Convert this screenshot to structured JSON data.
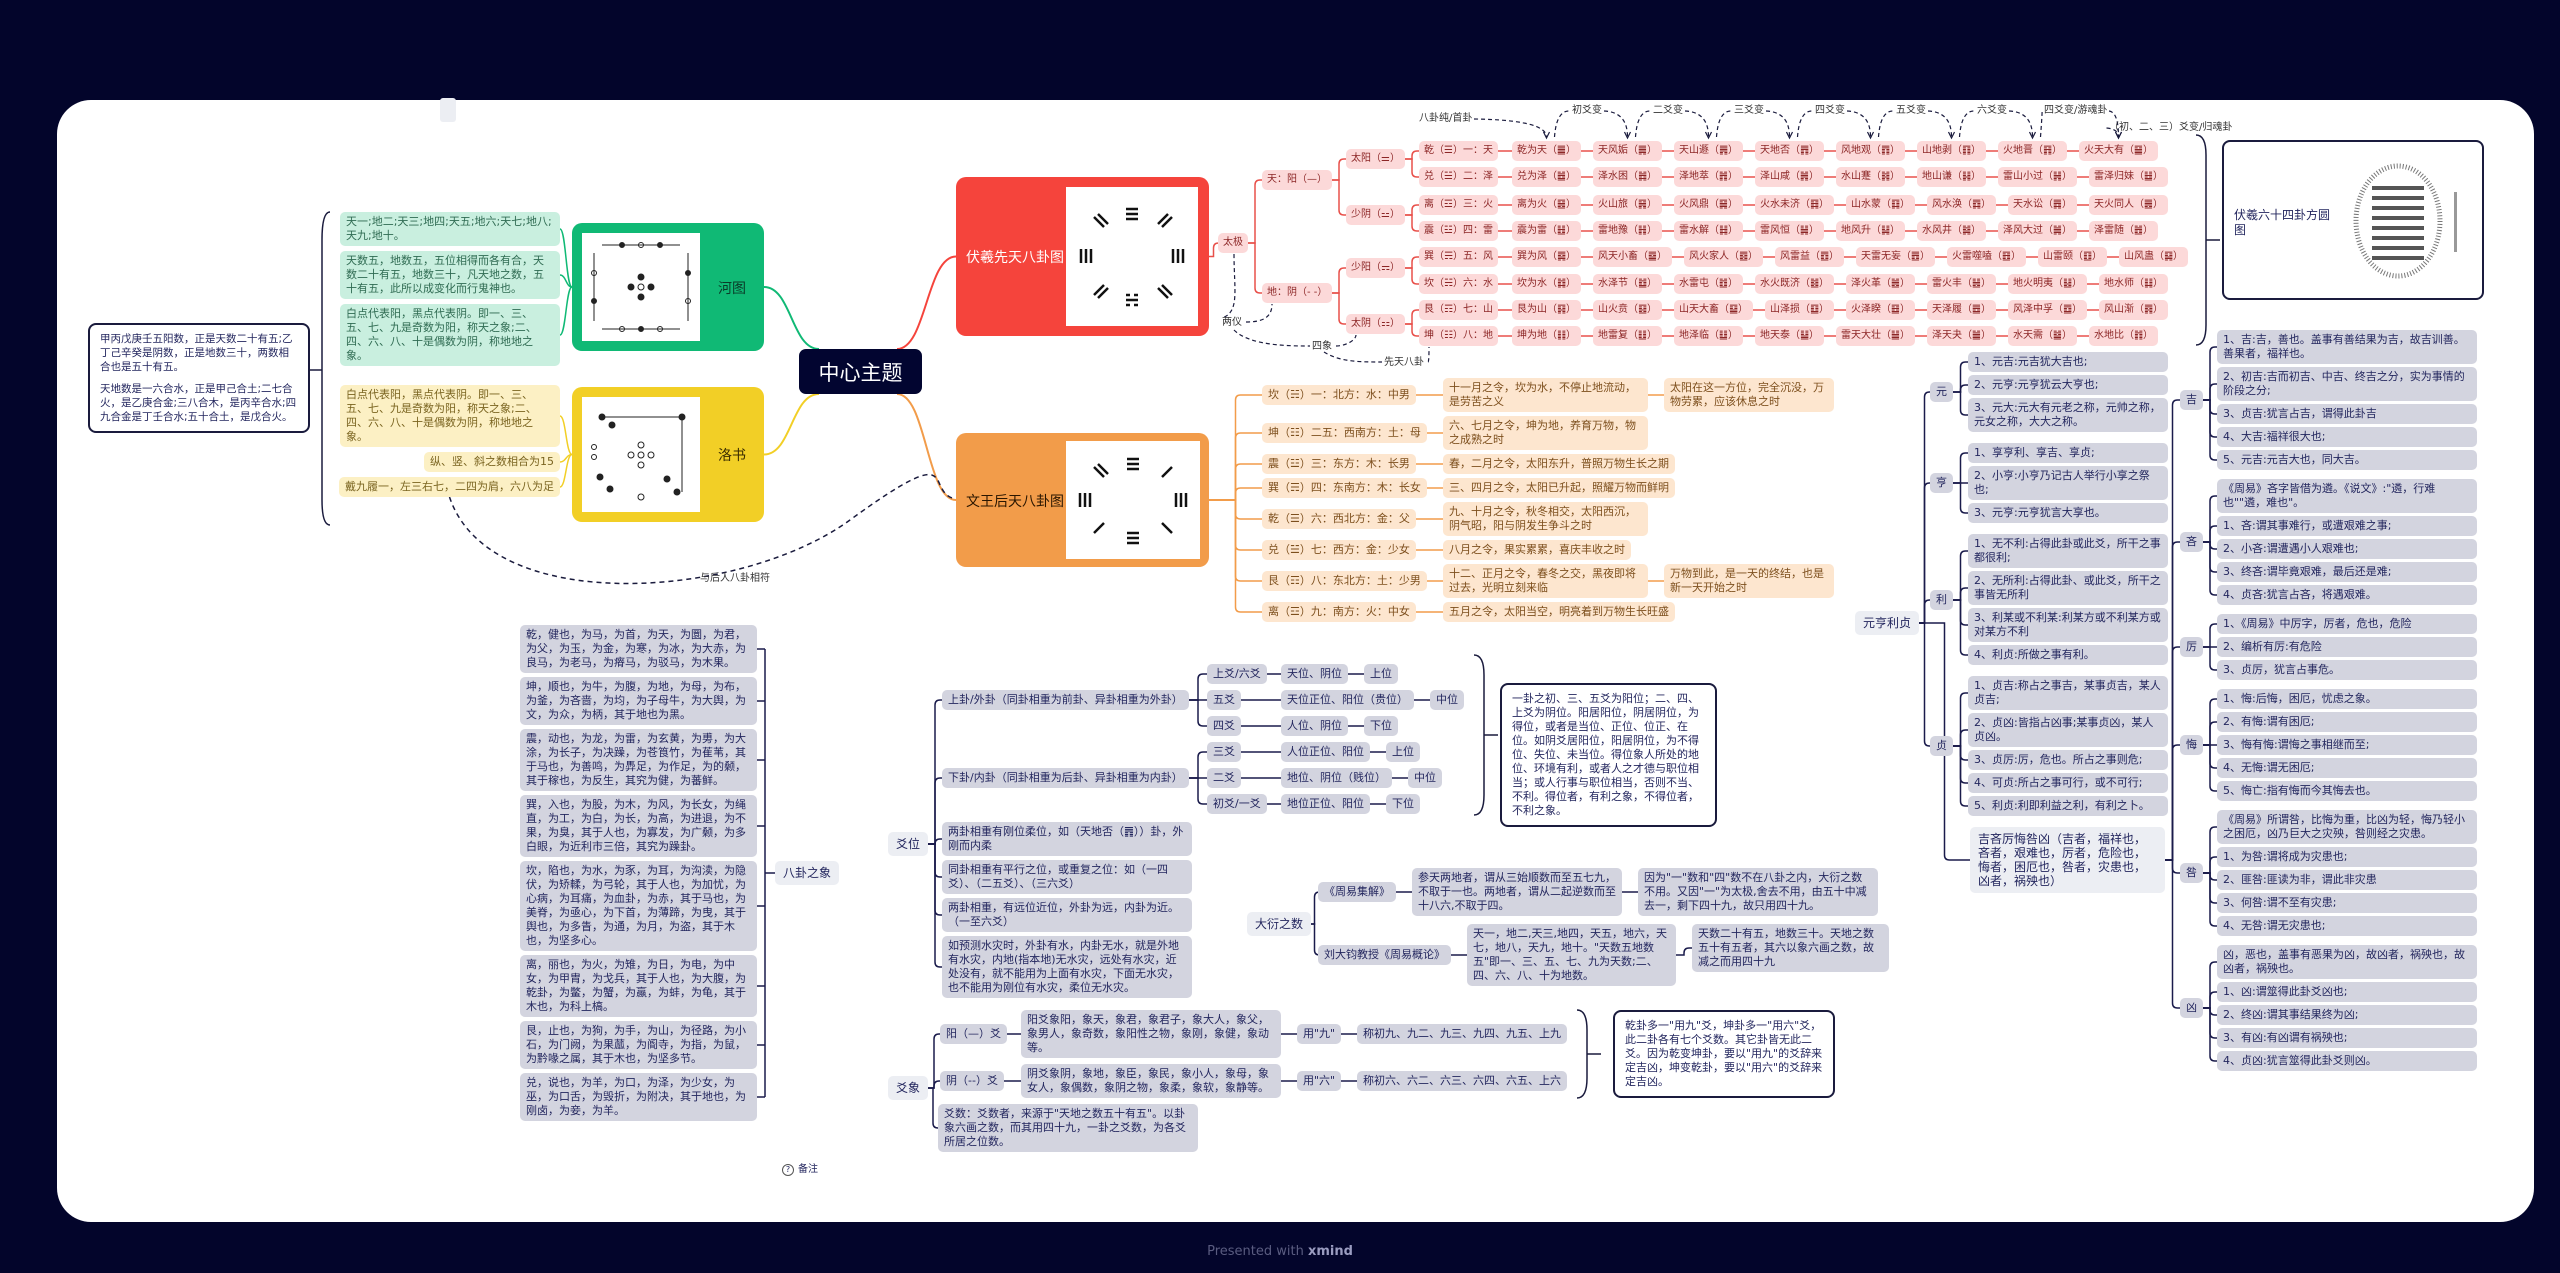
{
  "footer": {
    "prefix": "Presented with",
    "brand": "xmind"
  },
  "central": "中心主题",
  "left_note": [
    "甲丙戊庚壬五阳数，正是天数二十有五;乙丁己辛癸是阴数，正是地数三十，两数相合也是五十有五。",
    "天地数是一六合水，正是甲己合土;二七合火，是乙庚合金;三八合木，是丙辛合水;四九合金是丁壬合水;五十合土，是戊合火。"
  ],
  "hetu": {
    "label": "河图",
    "notes": [
      "天一;地二;天三;地四;天五;地六;天七;地八;天九;地十。",
      "天数五，地数五，五位相得而各有合，天数二十有五，地数三十，凡天地之数，五十有五，此所以成变化而行鬼神也。",
      "白点代表阳，黑点代表阴。即一、三、五、七、九是奇数为阳，称天之象;二、四、六、八、十是偶数为阴，称地地之象。"
    ]
  },
  "luoshu": {
    "label": "洛书",
    "notes": [
      "白点代表阳，黑点代表阴。即一、三、五、七、九是奇数为阳，称天之象;二、四、六、八、十是偶数为阴，称地地之象。",
      "纵、竖、斜之数相合为15",
      "戴九履一，左三右七，二四为肩，六八为足"
    ],
    "link_label": "与后人八卦相符"
  },
  "fuxi": {
    "label": "伏羲先天八卦图",
    "taiji": "太极",
    "yang": "天：阳（—）",
    "yin": "地：阴（- -）",
    "xiang": [
      "太阳（⚌）",
      "少阴（⚍）",
      "少阳（⚎）",
      "太阴（⚏）"
    ],
    "dashed_labels": [
      "两仪",
      "四象",
      "先天八卦"
    ],
    "arrows": [
      "八卦纯/首卦",
      "初爻变",
      "二爻变",
      "三爻变",
      "四爻变",
      "五爻变",
      "六爻变",
      "四爻变/游魂卦",
      "（初、二、三）爻变/归魂卦"
    ],
    "square_circle": "伏羲六十四卦方圆图",
    "rows": [
      {
        "trigram": "乾（☰）一：天",
        "hex": [
          "乾为天（䷀）",
          "天风姤（䷫）",
          "天山遯（䷠）",
          "天地否（䷋）",
          "风地观（䷓）",
          "山地剥（䷖）",
          "火地晋（䷢）",
          "火天大有（䷍）"
        ]
      },
      {
        "trigram": "兑（☱）二：泽",
        "hex": [
          "兑为泽（䷹）",
          "泽水困（䷮）",
          "泽地萃（䷬）",
          "泽山咸（䷞）",
          "水山蹇（䷦）",
          "地山谦（䷎）",
          "雷山小过（䷽）",
          "雷泽归妹（䷵）"
        ]
      },
      {
        "trigram": "离（☲）三：火",
        "hex": [
          "离为火（䷝）",
          "火山旅（䷷）",
          "火风鼎（䷱）",
          "火水未济（䷿）",
          "山水蒙（䷃）",
          "风水涣（䷺）",
          "天水讼（䷅）",
          "天火同人（䷌）"
        ]
      },
      {
        "trigram": "震（☳）四：雷",
        "hex": [
          "震为雷（䷲）",
          "雷地豫（䷏）",
          "雷水解（䷧）",
          "雷风恒（䷟）",
          "地风升（䷭）",
          "水风井（䷯）",
          "泽风大过（䷛）",
          "泽雷随（䷐）"
        ]
      },
      {
        "trigram": "巽（☴）五：风",
        "hex": [
          "巽为风（䷸）",
          "风天小畜（䷈）",
          "风火家人（䷤）",
          "风雷益（䷩）",
          "天雷无妄（䷘）",
          "火雷噬嗑（䷔）",
          "山雷颐（䷚）",
          "山风蛊（䷑）"
        ]
      },
      {
        "trigram": "坎（☵）六：水",
        "hex": [
          "坎为水（䷜）",
          "水泽节（䷻）",
          "水雷屯（䷂）",
          "水火既济（䷾）",
          "泽火革（䷰）",
          "雷火丰（䷶）",
          "地火明夷（䷣）",
          "地水师（䷆）"
        ]
      },
      {
        "trigram": "艮（☶）七：山",
        "hex": [
          "艮为山（䷳）",
          "山火贲（䷕）",
          "山天大畜（䷙）",
          "山泽损（䷨）",
          "火泽睽（䷥）",
          "天泽履（䷉）",
          "风泽中孚（䷼）",
          "风山渐（䷴）"
        ]
      },
      {
        "trigram": "坤（☷）八：地",
        "hex": [
          "坤为地（䷁）",
          "地雷复（䷗）",
          "地泽临（䷒）",
          "地天泰（䷊）",
          "雷天大壮（䷡）",
          "泽天夬（䷪）",
          "水天需（䷄）",
          "水地比（䷇）"
        ]
      }
    ]
  },
  "wenwang": {
    "label": "文王后天八卦图",
    "rows": [
      {
        "trigram": "坎（☵）一：北方：水：中男",
        "desc": "十一月之令，坎为水，不停止地流动，是劳苦之义",
        "extra": "太阳在这一方位，完全沉没，万物劳累，应该休息之时"
      },
      {
        "trigram": "坤（☷）二五：西南方：土：母",
        "desc": "六、七月之令，坤为地，养育万物，物之成熟之时"
      },
      {
        "trigram": "震（☳）三：东方：木：长男",
        "desc": "春，二月之令，太阳东升，普照万物生长之期"
      },
      {
        "trigram": "巽（☴）四：东南方：木：长女",
        "desc": "三、四月之令，太阳已升起，照耀万物而鲜明"
      },
      {
        "trigram": "乾（☰）六：西北方：金：父",
        "desc": "九、十月之令，秋冬相交，太阳西沉，阴气昭，阳与阴发生争斗之时"
      },
      {
        "trigram": "兑（☱）七：西方：金：少女",
        "desc": "八月之令，果实累累，喜庆丰收之时"
      },
      {
        "trigram": "艮（☶）八：东北方：土：少男",
        "desc": "十二、正月之令，春冬之交，黑夜即将过去，光明立刻来临",
        "extra": "万物到此，是一天的终结，也是新一天开始之时"
      },
      {
        "trigram": "离（☲）九：南方：火：中女",
        "desc": "五月之令，太阳当空，明亮着到万物生长旺盛"
      }
    ]
  },
  "baguazhixiang": {
    "label": "八卦之象",
    "items": [
      "乾，健也，为马，为首，为天，为圜，为君，为父，为玉，为金，为寒，为冰，为大赤，为良马，为老马，为瘠马，为驳马，为木果。",
      "坤，顺也，为牛，为腹，为地，为母，为布，为釜，为吝啬，为均，为子母牛，为大舆，为文，为众，为柄，其于地也为黑。",
      "震，动也，为龙，为雷，为玄黄，为旉，为大涂，为长子，为决躁，为苍筤竹，为萑苇，其于马也，为善鸣，为馵足，为作足，为的颡，其于稼也，为反生，其究为健，为蕃鲜。",
      "巽，入也，为股，为木，为风，为长女，为绳直，为工，为白，为长，为高，为进退，为不果，为臭，其于人也，为寡发，为广颡，为多白眼，为近利市三倍，其究为躁卦。",
      "坎，陷也，为水，为豕，为耳，为沟渎，为隐伏，为矫輮，为弓轮，其于人也，为加忧，为心病，为耳痛，为血卦，为赤，其于马也，为美脊，为亟心，为下首，为薄蹄，为曳，其于舆也，为多眚，为通，为月，为盗，其于木也，为坚多心。",
      "离，丽也，为火，为雉，为日，为电，为中女，为甲胄，为戈兵，其于人也，为大腹，为乾卦，为鳖，为蟹，为蠃，为蚌，为龟，其于木也，为科上槁。",
      "艮，止也，为狗，为手，为山，为径路，为小石，为门阙，为果蓏，为阍寺，为指，为鼠，为黔喙之属，其于木也，为坚多节。",
      "兑，说也，为羊，为口，为泽，为少女，为巫，为口舌，为毁折，为附决，其于地也，为刚卤，为妾，为羊。"
    ]
  },
  "yaowei": {
    "label": "爻位",
    "upper": "上卦/外卦（同卦相重为前卦、异卦相重为外卦）",
    "lower": "下卦/内卦（同卦相重为后卦、异卦相重为内卦）",
    "lines": [
      {
        "yao": "上爻/六爻",
        "pos": "天位、阴位",
        "level": "上位"
      },
      {
        "yao": "五爻",
        "pos": "天位正位、阳位（贵位）",
        "level": "中位"
      },
      {
        "yao": "四爻",
        "pos": "人位、阴位",
        "level": "下位"
      },
      {
        "yao": "三爻",
        "pos": "人位正位、阳位",
        "level": "上位"
      },
      {
        "yao": "二爻",
        "pos": "地位、阴位（贱位）",
        "level": "中位"
      },
      {
        "yao": "初爻/一爻",
        "pos": "地位正位、阳位",
        "level": "下位"
      }
    ],
    "notes": [
      "两卦相重有刚位柔位，如（天地否（䷋））卦，外刚而内柔",
      "同卦相重有平行之位，或重复之位：如（一四爻）、（二五爻）、（三六爻）",
      "两卦相重，有远位近位，外卦为远，内卦为近。（一至六爻）",
      "如预测水灾时，外卦有水，内卦无水，就是外地有水灾，内地(指本地)无水灾，远处有水灾，近处没有，就不能用为上面有水灾，下面无水灾，也不能用为刚位有水灾，柔位无水灾。"
    ],
    "summary": "一卦之初、三、五爻为阳位；二、四、上爻为阴位。阳居阳位，阴居阴位，为得位，或者是当位、正位、位正、在位。如阴爻居阳位，阳居阴位，为不得位、失位、未当位。得位象人所处的地位、环境有利，或者人之才德与职位相当；或人行事与职位相当，否则不当、不利。得位者，有利之象，不得位者，不利之象。"
  },
  "dayan": {
    "label": "大衍之数",
    "sources": [
      "《周易集解》",
      "刘大钧教授《周易概论》"
    ],
    "texts": [
      "参天两地者，谓从三始顺数而至五七九，不取于一也。两地者，谓从二起逆数而至十八六,不取于四。",
      "因为\"一\"数和\"四\"数不在八卦之内，大衍之数不用。又因\"一\"为太极,舍去不用，由五十中减去一，剩下四十九，故只用四十九。",
      "天一，地二,天三,地四，天五，地六，天七，地八，天九，地十。\"天数五地数五\"即一、三、五、七、九为天数;二、四、六、八、十为地数。",
      "天数二十有五，地数三十。天地之数五十有五者，其六以象六画之数，故减之而用四十九"
    ]
  },
  "yaoxiang": {
    "label": "爻象",
    "yang": "阳（—）爻",
    "yang_desc": "阳爻象阳，象天，象君，象君子，象大人，象父，象男人，象奇数，象阳性之物，象刚，象健，象动等。",
    "yang_use": "用\"九\"",
    "yang_names": "称初九、九二、九三、九四、九五、上九",
    "yin": "阴（--）爻",
    "yin_desc": "阴爻象阴，象地，象臣，象民，象小人，象母，象女人，象偶数，象阴之物，象柔，象软，象静等。",
    "yin_use": "用\"六\"",
    "yin_names": "称初六、六二、六三、六四、六五、上六",
    "count": "爻数：爻数者，来源于\"天地之数五十有五\"。以卦象六画之数，而其用四十九，一卦之爻数，为各爻所居之位数。",
    "note": "乾卦多一\"用九\"爻，坤卦多一\"用六\"爻，此二卦各有七个爻数。其它卦皆无此二爻。因为乾变坤卦，要以\"用九\"的爻辞来定吉凶，坤变乾卦，要以\"用六\"的爻辞来定吉凶。"
  },
  "yuanheng": {
    "label": "元亨利贞",
    "groups": [
      {
        "key": "元",
        "items": [
          "1、元吉:元吉犹大吉也;",
          "2、元亨:元亨犹云大亨也;",
          "3、元大:元大有元老之称，元帅之称，元女之称，大大之称。"
        ]
      },
      {
        "key": "亨",
        "items": [
          "1、享亨利、享吉、享贞;",
          "2、小亨:小亨乃记古人举行小享之祭也;",
          "3、元亨:元亨犹言大享也。"
        ]
      },
      {
        "key": "利",
        "items": [
          "1、无不利:占得此卦或此爻，所干之事都很利;",
          "2、无所利:占得此卦、或此爻，所干之事皆无所利",
          "3、利某或不利某:利某方或不利某方或对某方不利",
          "4、利贞:所做之事有利。"
        ]
      },
      {
        "key": "贞",
        "items": [
          "1、贞吉:称占之事吉，某事贞吉，某人贞吉;",
          "2、贞凶:皆指占凶事;某事贞凶，某人贞凶。",
          "3、贞厉:厉，危也。所占之事则危;",
          "4、可贞:所占之事可行，或不可行;",
          "5、利贞:利即利益之利，有利之卜。"
        ]
      }
    ]
  },
  "jixiong": {
    "label": "吉吝厉悔咎凶（吉者，福祥也，吝者，艰难也，厉者，危险也，悔者，困厄也，咎者，灾患也，凶者，祸殃也）",
    "groups": [
      {
        "key": "吉",
        "items": [
          "1、吉:吉，善也。盖事有善结果为吉，故吉训善。善果者，福祥也。",
          "2、初吉:吉而初吉、中吉、终吉之分，实为事情的阶段之分;",
          "3、贞吉:犹言占吉，谓得此卦吉",
          "4、大吉:福祥很大也;",
          "5、元吉:元吉大也，同大吉。"
        ]
      },
      {
        "key": "吝",
        "items": [
          "《周易》吝字皆借为遴。《说文》:\"遴，行难也\"\"遴，难也\"。",
          "1、吝:谓其事难行，或遭艰难之事;",
          "2、小吝:谓遭遇小人艰难也;",
          "3、终吝:谓毕竟艰难，最后还是难;",
          "4、贞吝:犹言占吝，将遇艰难。"
        ]
      },
      {
        "key": "厉",
        "items": [
          "1、《周易》中厉字，厉者，危也，危险",
          "2、编析有厉:有危险",
          "3、贞厉，犹言占事危。"
        ]
      },
      {
        "key": "悔",
        "items": [
          "1、悔:后悔，困厄，忧虑之象。",
          "2、有悔:谓有困厄;",
          "3、悔有悔:谓悔之事相继而至;",
          "4、无悔:谓无困厄;",
          "5、悔亡:指有悔而今其悔去也。"
        ]
      },
      {
        "key": "咎",
        "items": [
          "《周易》所谓咎，比悔为重，比凶为轻，悔乃轻小之困厄，凶乃巨大之灾殃，咎则经之灾患。",
          "1、为咎:谓将成为灾患也;",
          "2、匪咎:匪读为非，谓此非灾患",
          "3、何咎:谓不至有灾患;",
          "4、无咎:谓无灾患也;"
        ]
      },
      {
        "key": "凶",
        "items": [
          "凶，恶也，盖事有恶果为凶，故凶者，祸殃也，故凶者，祸殃也。",
          "1、凶:谓筮得此卦爻凶也;",
          "2、终凶:谓其事结果终为凶;",
          "3、有凶:有凶谓有祸殃也;",
          "4、贞凶:犹言筮得此卦爻则凶。"
        ]
      }
    ]
  },
  "note_label": "备注",
  "colors": {
    "background": "#03052b",
    "central": "#020530",
    "hetu": "#10b975",
    "luoshu": "#f2cf26",
    "fuxi": "#f5443c",
    "wenwang": "#f29c4a",
    "navy": "#1a1b4b"
  }
}
